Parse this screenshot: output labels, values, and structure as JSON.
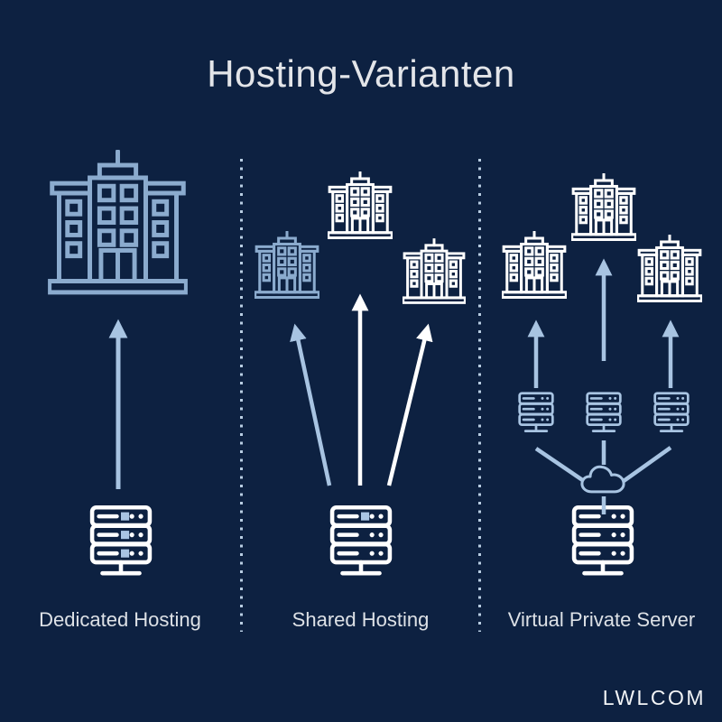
{
  "page": {
    "title": "Hosting-Varianten",
    "brand": "LWLCOM"
  },
  "columns": [
    {
      "id": "dedicated",
      "label": "Dedicated Hosting",
      "icons": [
        "building-icon",
        "up-arrow-icon",
        "server-rack-icon"
      ],
      "note_from_pixels": "one blue client building, one arrow to one dedicated server (3 highlighted units)"
    },
    {
      "id": "shared",
      "label": "Shared Hosting",
      "icons": [
        "building-icon",
        "building-icon",
        "building-icon",
        "up-arrow-icon",
        "up-arrow-icon",
        "up-arrow-icon",
        "server-rack-icon"
      ],
      "note_from_pixels": "three client buildings share one server (1 highlighted unit)"
    },
    {
      "id": "vps",
      "label": "Virtual Private Server",
      "icons": [
        "building-icon",
        "building-icon",
        "building-icon",
        "up-arrow-icon",
        "up-arrow-icon",
        "up-arrow-icon",
        "mini-server-icon",
        "mini-server-icon",
        "mini-server-icon",
        "cloud-icon",
        "server-rack-icon"
      ],
      "note_from_pixels": "three virtual servers via cloud on one physical server"
    }
  ],
  "colors": {
    "background": "#0d2141",
    "building_blue": "#8babce",
    "accent_blue": "#a8c4e2",
    "white": "#ffffff",
    "text": "#dde1e6",
    "title_text": "#e3e5e9"
  }
}
